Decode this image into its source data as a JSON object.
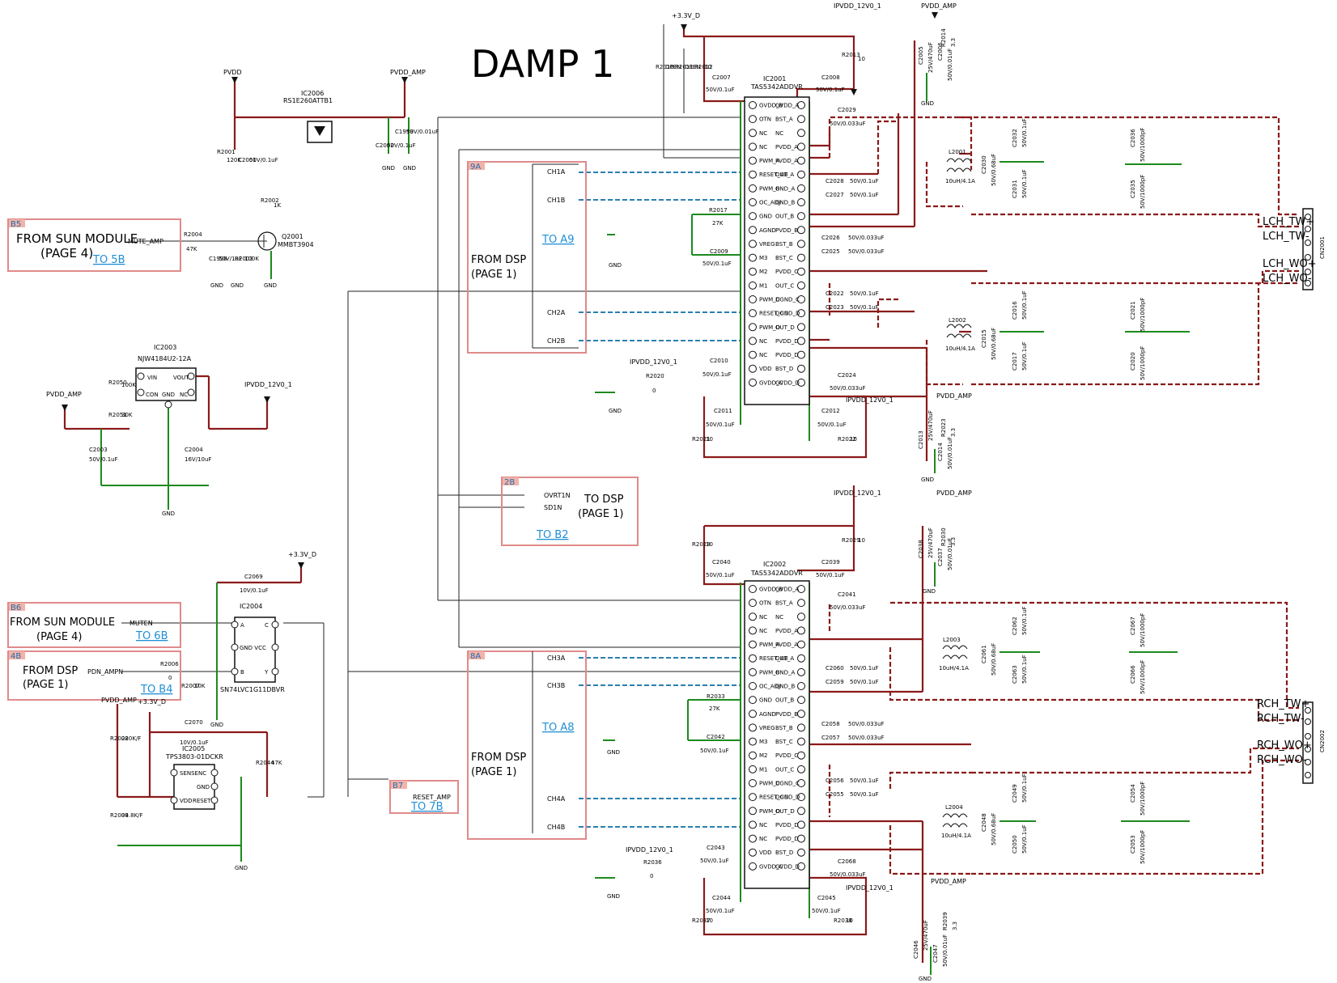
{
  "title": "DAMP 1",
  "boxes": {
    "b5": {
      "tag": "B5",
      "line1": "FROM  SUN MODULE",
      "line2": "(PAGE 4)",
      "link": "TO 5B",
      "port": "MUTE_AMP"
    },
    "b6": {
      "tag": "B6",
      "line1": "FROM  SUN MODULE",
      "line2": "(PAGE 4)",
      "link": "TO 6B",
      "port": "MUTEN"
    },
    "b4": {
      "tag": "4B",
      "line1": "FROM  DSP",
      "line2": "(PAGE 1)",
      "link": "TO B4",
      "port": "PDN_AMPN"
    },
    "b7": {
      "tag": "B7",
      "port": "RESET_AMP",
      "link": "TO 7B"
    },
    "a9": {
      "tag": "9A",
      "line1": "FROM  DSP",
      "line2": "(PAGE 1)",
      "link": "TO A9",
      "ports": [
        "CH1A",
        "CH1B",
        "CH2A",
        "CH2B"
      ]
    },
    "a8": {
      "tag": "8A",
      "line1": "FROM  DSP",
      "line2": "(PAGE 1)",
      "link": "TO A8",
      "ports": [
        "CH3A",
        "CH3B",
        "CH4A",
        "CH4B"
      ]
    },
    "b2": {
      "tag": "2B",
      "line1": "TO  DSP",
      "line2": "(PAGE 1)",
      "link": "TO B2",
      "ports": [
        "OVRT1N",
        "SD1N"
      ]
    }
  },
  "power": {
    "pvdd": "PVDD",
    "pvdd_amp": "PVDD_AMP",
    "v33": "+3.3V_D",
    "ipvdd": "IPVDD_12V0_1",
    "gnd": "GND"
  },
  "ic2006": {
    "ref": "IC2006",
    "part": "RS1E260ATTB1"
  },
  "ic2003": {
    "ref": "IC2003",
    "part": "NJW4184U2-12A",
    "pins": [
      "VIN",
      "GND",
      "VOUT",
      "NC",
      "CON"
    ]
  },
  "ic2004": {
    "ref": "IC2004",
    "part": "SN74LVC1G11DBVR",
    "pins": [
      "A",
      "C",
      "GND VCC",
      "B",
      "Y"
    ]
  },
  "ic2005": {
    "ref": "IC2005",
    "part": "TPS3803-01DCKR",
    "pins": [
      "SENSE",
      "NC",
      "GND",
      "VDD",
      "RESET"
    ]
  },
  "ic2001": {
    "ref": "IC2001",
    "part": "TAS5342ADDVR"
  },
  "ic2002": {
    "ref": "IC2002",
    "part": "TAS5342ADDVR"
  },
  "amp_pins_left": [
    "GVDD_B",
    "OTN",
    "NC",
    "NC",
    "PWM_A",
    "RESET_AB",
    "PWM_B",
    "OC_ADJ",
    "GND",
    "AGND",
    "VREG",
    "M3",
    "M2",
    "M1",
    "PWM_C",
    "RESET_CD",
    "PWM_D",
    "NC",
    "NC",
    "VDD",
    "GVDD_C"
  ],
  "amp_pins_right": [
    "GVDD_A",
    "BST_A",
    "NC",
    "PVDD_A",
    "PVDD_A",
    "OUT_A",
    "GND_A",
    "GND_B",
    "OUT_B",
    "PVDD_B",
    "BST_B",
    "BST_C",
    "PVDD_C",
    "OUT_C",
    "DGND_C",
    "DGND_D",
    "OUT_D",
    "PVDD_D",
    "PVDD_D",
    "BST_D",
    "GVDD_D"
  ],
  "caps": {
    "c2007": [
      "C2007",
      "50V/0.1uF"
    ],
    "c2008": [
      "C2008",
      "50V/0.1uF"
    ],
    "c2029": [
      "C2029",
      "50V/0.033uF"
    ],
    "c2028": [
      "C2028",
      "50V/0.1uF"
    ],
    "c2027": [
      "C2027",
      "50V/0.1uF"
    ],
    "c2026": [
      "C2026",
      "50V/0.033uF"
    ],
    "c2025": [
      "C2025",
      "50V/0.033uF"
    ],
    "c2022": [
      "C2022",
      "50V/0.1uF"
    ],
    "c2023": [
      "C2023",
      "50V/0.1uF"
    ],
    "c2024": [
      "C2024",
      "50V/0.033uF"
    ],
    "c2009": [
      "C2009",
      "50V/0.1uF"
    ],
    "c2010": [
      "C2010",
      "50V/0.1uF"
    ],
    "c2011": [
      "C2011",
      "50V/0.1uF"
    ],
    "c2012": [
      "C2012",
      "50V/0.1uF"
    ],
    "c2040": [
      "C2040",
      "50V/0.1uF"
    ],
    "c2039": [
      "C2039",
      "50V/0.1uF"
    ],
    "c2041": [
      "C2041",
      "50V/0.033uF"
    ],
    "c2060": [
      "C2060",
      "50V/0.1uF"
    ],
    "c2059": [
      "C2059",
      "50V/0.1uF"
    ],
    "c2058": [
      "C2058",
      "50V/0.033uF"
    ],
    "c2057": [
      "C2057",
      "50V/0.033uF"
    ],
    "c2056": [
      "C2056",
      "50V/0.1uF"
    ],
    "c2055": [
      "C2055",
      "50V/0.1uF"
    ],
    "c2068": [
      "C2068",
      "50V/0.033uF"
    ],
    "c2042": [
      "C2042",
      "50V/0.1uF"
    ],
    "c2043": [
      "C2043",
      "50V/0.1uF"
    ],
    "c2044": [
      "C2044",
      "50V/0.1uF"
    ],
    "c2045": [
      "C2045",
      "50V/0.1uF"
    ],
    "c2069": [
      "C2069",
      "10V/0.1uF"
    ],
    "c2070": [
      "C2070",
      "10V/0.1uF"
    ],
    "c2003": [
      "C2003",
      "50V/0.1uF"
    ],
    "c2004": [
      "C2004",
      "16V/10uF"
    ],
    "c2001": [
      "C2001",
      "50V/0.1uF"
    ],
    "c2002": [
      "C2002",
      "50V/0.1uF"
    ],
    "c1999": [
      "C1999",
      "50V/0.01uF"
    ],
    "c1998": [
      "C1998",
      "50V/1uF"
    ]
  },
  "res": {
    "r2001": [
      "R2001",
      "120K"
    ],
    "r2002": [
      "R2002",
      "1K"
    ],
    "r2003": [
      "R2003",
      "100K"
    ],
    "r2004": [
      "R2004",
      "47K"
    ],
    "r2050": [
      "R2050",
      "100K"
    ],
    "r2051": [
      "R2051",
      "30K"
    ],
    "r2017": [
      "R2017",
      "27K"
    ],
    "r2033": [
      "R2033",
      "27K"
    ],
    "r2020": [
      "R2020",
      "0"
    ],
    "r2036": [
      "R2036",
      "0"
    ],
    "r2006": [
      "R2006",
      "0"
    ],
    "r2007": [
      "R2007",
      "10K"
    ],
    "r2008": [
      "R2008",
      "220K/F"
    ],
    "r2009": [
      "R2009",
      "34.8K/F"
    ],
    "r2044": [
      "R2044",
      "47K"
    ],
    "r2010": [
      "R2010",
      "OPEN"
    ],
    "r2011": [
      "R2011",
      "OPEN"
    ],
    "r2012": [
      "R2012",
      "10"
    ],
    "r2013": [
      "R2013",
      "10"
    ],
    "r2021": [
      "R2021",
      "10"
    ],
    "r2022": [
      "R2022",
      "10"
    ],
    "r2028": [
      "R2028",
      "10"
    ],
    "r2029": [
      "R2029",
      "10"
    ],
    "r2037": [
      "R2037",
      "10"
    ],
    "r2038": [
      "R2038",
      "10"
    ]
  },
  "q2001": {
    "ref": "Q2001",
    "part": "MMBT3904"
  },
  "inductors": {
    "l2001": [
      "L2001",
      "10uH/4.1A"
    ],
    "l2002": [
      "L2002",
      "10uH/4.1A"
    ],
    "l2003": [
      "L2003",
      "10uH/4.1A"
    ],
    "l2004": [
      "L2004",
      "10uH/4.1A"
    ]
  },
  "filters": {
    "f1": {
      "caps": [
        "C2030",
        "50V/0.68uF"
      ],
      "a": [
        "C2032",
        "50V/0.1uF"
      ],
      "b": [
        "C2031",
        "50V/0.1uF"
      ],
      "c": [
        "C2036",
        "50V/1000pF"
      ],
      "d": [
        "C2035",
        "50V/1000pF"
      ]
    },
    "f2": {
      "caps": [
        "C2015",
        "50V/0.68uF"
      ],
      "a": [
        "C2016",
        "50V/0.1uF"
      ],
      "b": [
        "C2017",
        "50V/0.1uF"
      ],
      "c": [
        "C2021",
        "50V/1000pF"
      ],
      "d": [
        "C2020",
        "50V/1000pF"
      ]
    },
    "f3": {
      "caps": [
        "C2061",
        "50V/0.68uF"
      ],
      "a": [
        "C2062",
        "50V/0.1uF"
      ],
      "b": [
        "C2063",
        "50V/0.1uF"
      ],
      "c": [
        "C2067",
        "50V/1000pF"
      ],
      "d": [
        "C2066",
        "50V/1000pF"
      ]
    },
    "f4": {
      "caps": [
        "C2048",
        "50V/0.68uF"
      ],
      "a": [
        "C2049",
        "50V/0.1uF"
      ],
      "b": [
        "C2050",
        "50V/0.1uF"
      ],
      "c": [
        "C2054",
        "50V/1000pF"
      ],
      "d": [
        "C2053",
        "50V/1000pF"
      ]
    }
  },
  "bulk": {
    "top1": [
      "C2005",
      "25V/470uF",
      "C2006",
      "50V/0.01uF",
      "R2014",
      "3.3"
    ],
    "bot1": [
      "C2013",
      "25V/470uF",
      "C2014",
      "50V/0.01uF",
      "R2023",
      "3.3"
    ],
    "top2": [
      "C2038",
      "25V/470uF",
      "C2037",
      "50V/0.01uF",
      "R2030",
      "3.3"
    ],
    "bot2": [
      "C2046",
      "25V/470uF",
      "C2047",
      "50V/0.01uF",
      "R2039",
      "3.3"
    ]
  },
  "outputs": {
    "cn2001": "CN2001",
    "cn2002": "CN2002",
    "lch_tw_p": "LCH_TW+",
    "lch_tw_m": "LCH_TW-",
    "lch_wo_p": "LCH_WO+",
    "lch_wo_m": "LCH_WO-",
    "rch_tw_p": "RCH_TW+",
    "rch_tw_m": "RCH_TW-",
    "rch_wo_p": "RCH_WO+",
    "rch_wo_m": "RCH_WO-"
  }
}
